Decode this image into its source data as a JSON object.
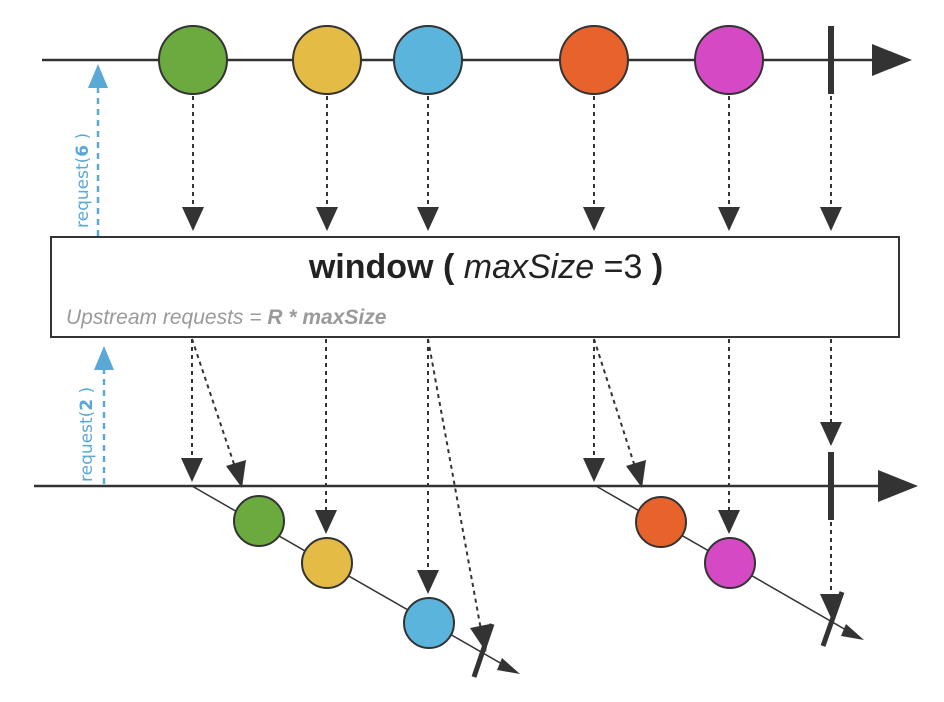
{
  "operator": {
    "name": "window",
    "open_paren": "(",
    "param_name": "maxSize",
    "equals": "=",
    "param_value": "3",
    "close_paren": ")",
    "note_prefix": "Upstream requests = ",
    "note_formula": "R * maxSize"
  },
  "requests": {
    "upstream": {
      "prefix": "request(",
      "value": "6",
      "suffix": " )"
    },
    "downstream": {
      "prefix": "request(",
      "value": "2",
      "suffix": " )"
    }
  },
  "colors": {
    "green": "#6aaa3f",
    "yellow": "#e3bb45",
    "blue": "#5ab4dc",
    "orange": "#e8632b",
    "magenta": "#d549c5",
    "request_arrow": "#5aa8d6",
    "line": "#333333"
  },
  "source_marbles": [
    "green",
    "yellow",
    "blue",
    "orange",
    "magenta"
  ],
  "windows": [
    {
      "marbles": [
        "green",
        "yellow",
        "blue"
      ]
    },
    {
      "marbles": [
        "orange",
        "magenta"
      ]
    }
  ]
}
